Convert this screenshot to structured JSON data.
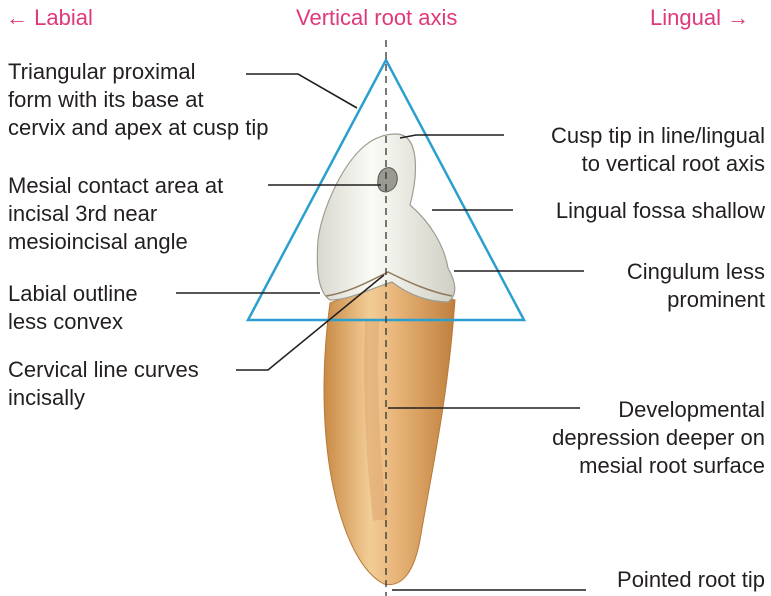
{
  "header": {
    "labial": "← Labial",
    "vertical_axis": "Vertical root axis",
    "lingual": "Lingual →"
  },
  "labels": {
    "triangular": [
      "Triangular proximal",
      "form with its base at",
      "cervix and apex at cusp tip"
    ],
    "mesial_contact": [
      "Mesial contact area at",
      "incisal 3rd near",
      "mesioincisal angle"
    ],
    "labial_outline": [
      "Labial outline",
      "less convex"
    ],
    "cervical_line": [
      "Cervical line curves",
      "incisally"
    ],
    "cusp_tip": [
      "Cusp tip in line/lingual",
      "to vertical root axis"
    ],
    "lingual_fossa": [
      "Lingual fossa shallow"
    ],
    "cingulum": [
      "Cingulum less",
      "prominent"
    ],
    "developmental": [
      "Developmental",
      "depression deeper on",
      "mesial root surface"
    ],
    "root_tip": [
      "Pointed root tip"
    ]
  },
  "colors": {
    "accent_pink": "#e0387a",
    "triangle_blue": "#2a9fd0",
    "text": "#231f20"
  }
}
